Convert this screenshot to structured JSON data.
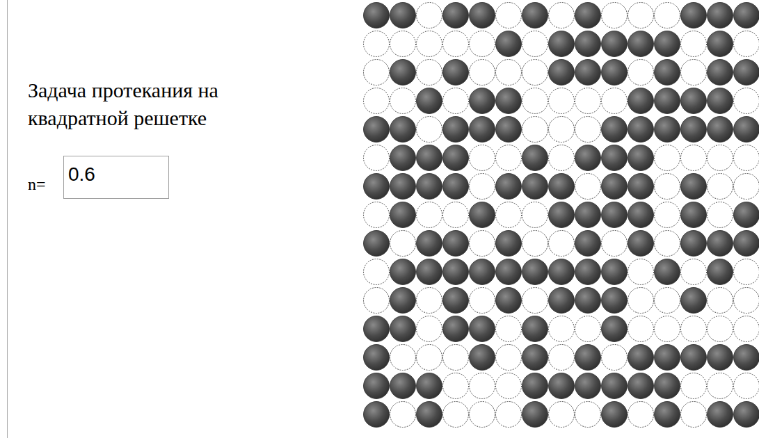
{
  "diagram": {
    "title": "Задача протекания на квадратной решетке",
    "nodes": [
      {
        "text": [
          "0.6"
        ]
      }
    ],
    "labels": [
      "n="
    ]
  }
}
